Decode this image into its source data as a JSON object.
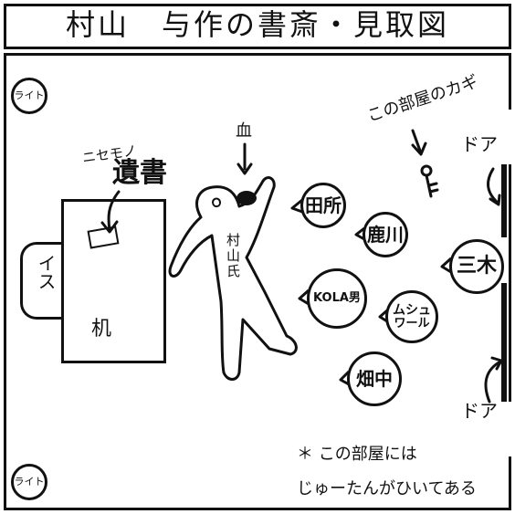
{
  "title": "村山　与作の書斎・見取図",
  "lights": {
    "top_left": "ライト",
    "bottom_left": "ライト"
  },
  "desk": {
    "chair_label": "イス",
    "desk_label": "机",
    "will_label": "遺書",
    "fake_note": "ニセモノ"
  },
  "victim": {
    "name": "村山氏",
    "blood_label": "血"
  },
  "room_key": {
    "label": "この部屋のカギ"
  },
  "doors": {
    "top": "ドア",
    "bottom": "ドア"
  },
  "people": {
    "tadokoro": "田所",
    "kanokawa": "鹿川",
    "miki": "三木",
    "kola": "KOLA男",
    "mushu_1": "ムシュ",
    "mushu_2": "ワール",
    "hatanaka": "畑中"
  },
  "note": {
    "line1": "＊ この部屋には",
    "line2": "じゅーたんがひいてある"
  },
  "colors": {
    "ink": "#111111",
    "paper": "#ffffff"
  }
}
